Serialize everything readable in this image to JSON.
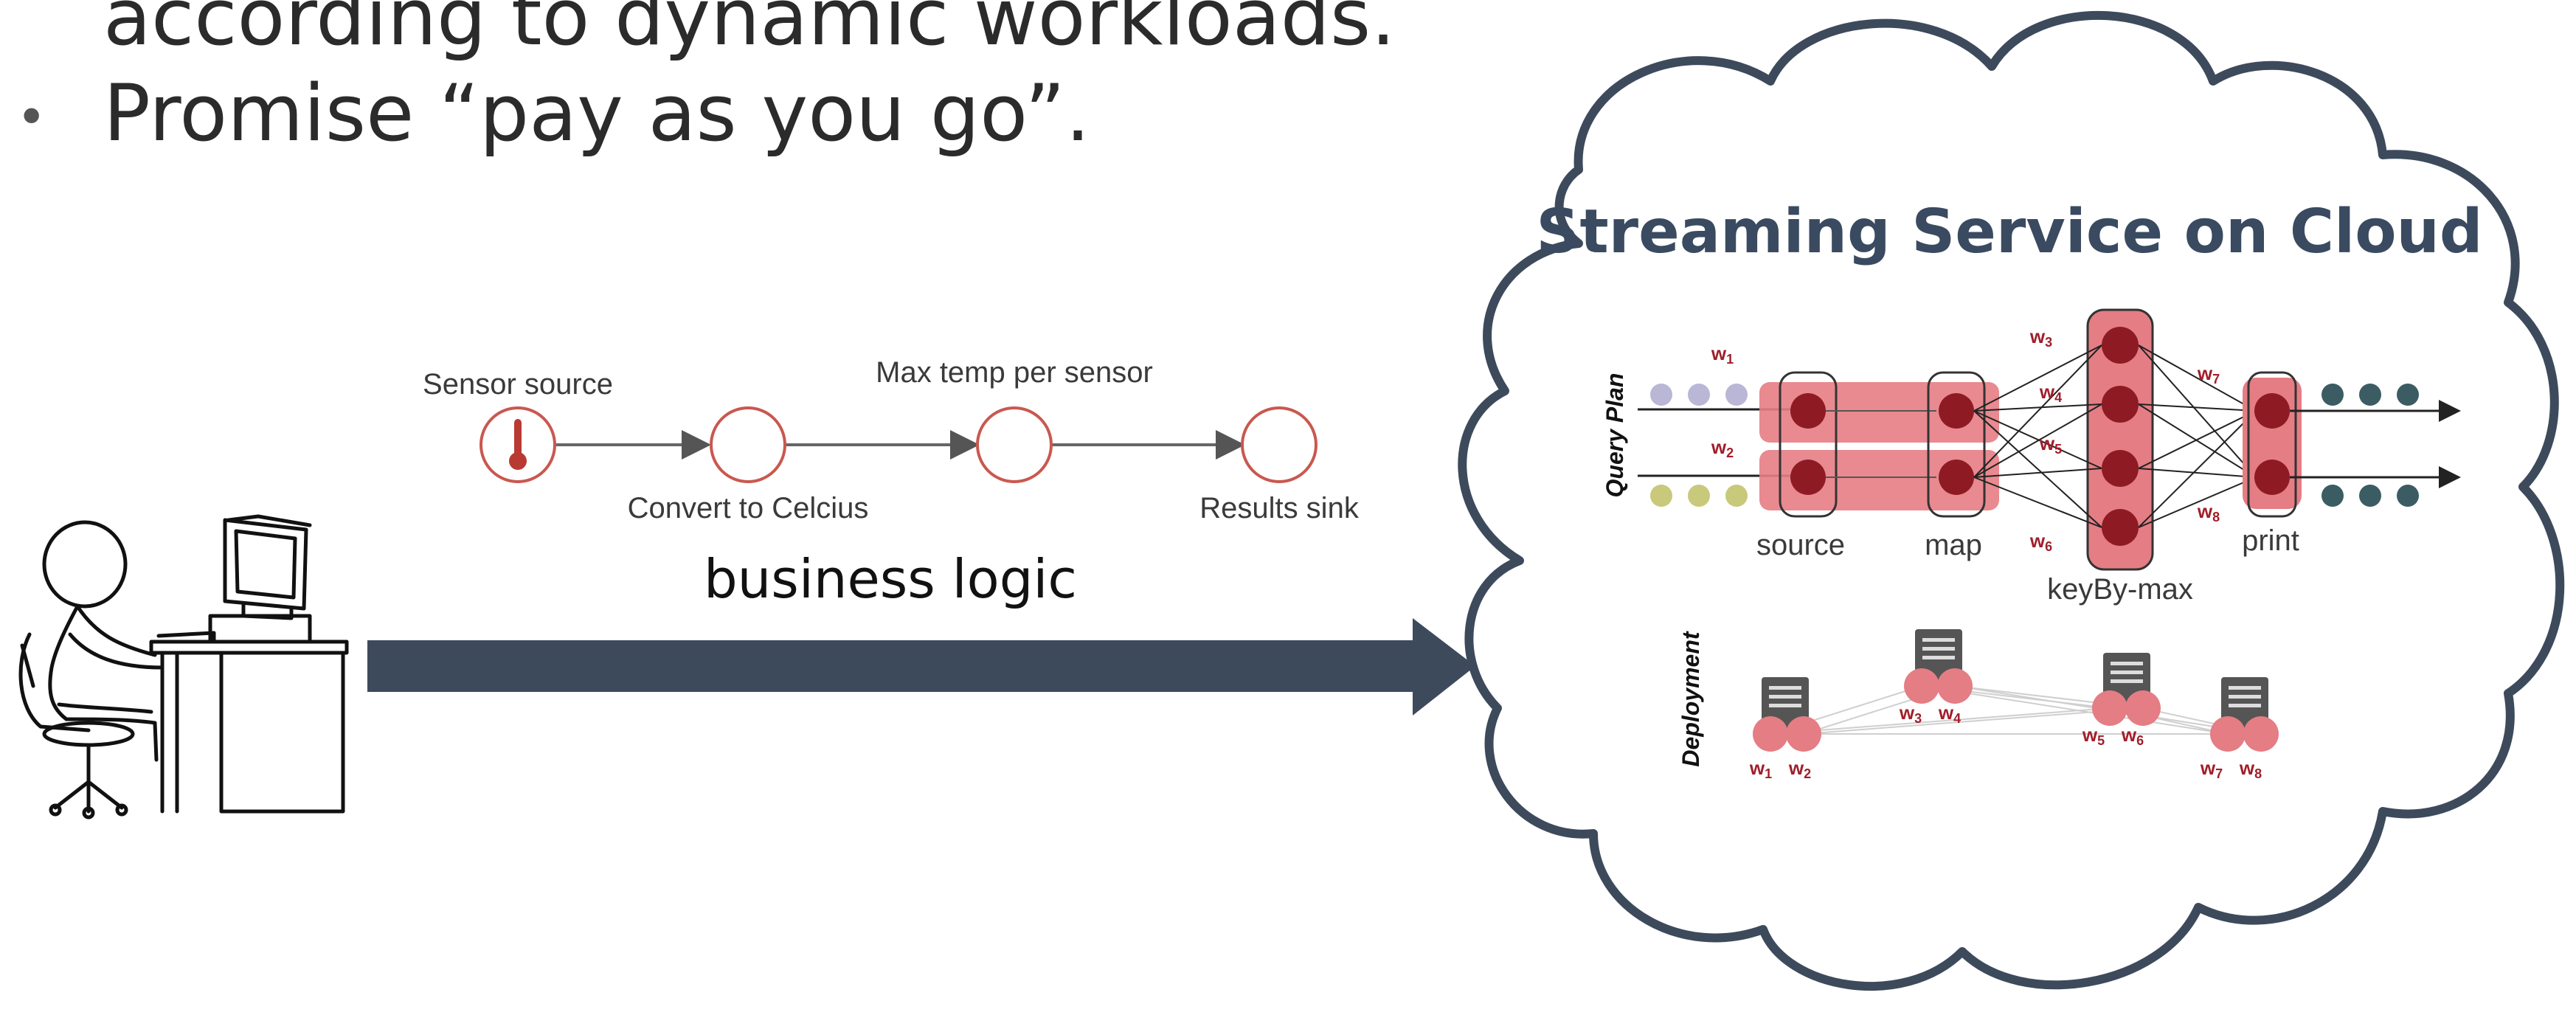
{
  "slide": {
    "bullet_1_continued": "according to dynamic workloads.",
    "bullet_2": "Promise “pay as you go”.",
    "bullet_symbol": "•"
  },
  "pipeline": {
    "nodes": [
      "Sensor source",
      "Convert to Celcius",
      "Max temp per sensor",
      "Results sink"
    ]
  },
  "business_logic_label": "business logic",
  "cloud": {
    "title": "Streaming Service on Cloud",
    "query_plan": {
      "label": "Query Plan",
      "operators": [
        "source",
        "map",
        "keyBy-max",
        "print"
      ],
      "workers_in": [
        "w1",
        "w2"
      ],
      "workers_mid": [
        "w3",
        "w4",
        "w5",
        "w6"
      ],
      "workers_out": [
        "w7",
        "w8"
      ]
    },
    "deployment": {
      "label": "Deployment",
      "servers": [
        {
          "workers": [
            "w1",
            "w2"
          ]
        },
        {
          "workers": [
            "w3",
            "w4"
          ]
        },
        {
          "workers": [
            "w5",
            "w6"
          ]
        },
        {
          "workers": [
            "w7",
            "w8"
          ]
        }
      ]
    }
  },
  "colors": {
    "arrow": "#3d4a5c",
    "cloud_outline": "#3d4a5c",
    "operator_fill": "#e57d84",
    "operator_dark": "#8e1b24",
    "pipeline_node": "#c9584f",
    "dots_purple": "#b9b6d6",
    "dots_olive": "#c8c97a",
    "dots_teal": "#3b5c62"
  }
}
